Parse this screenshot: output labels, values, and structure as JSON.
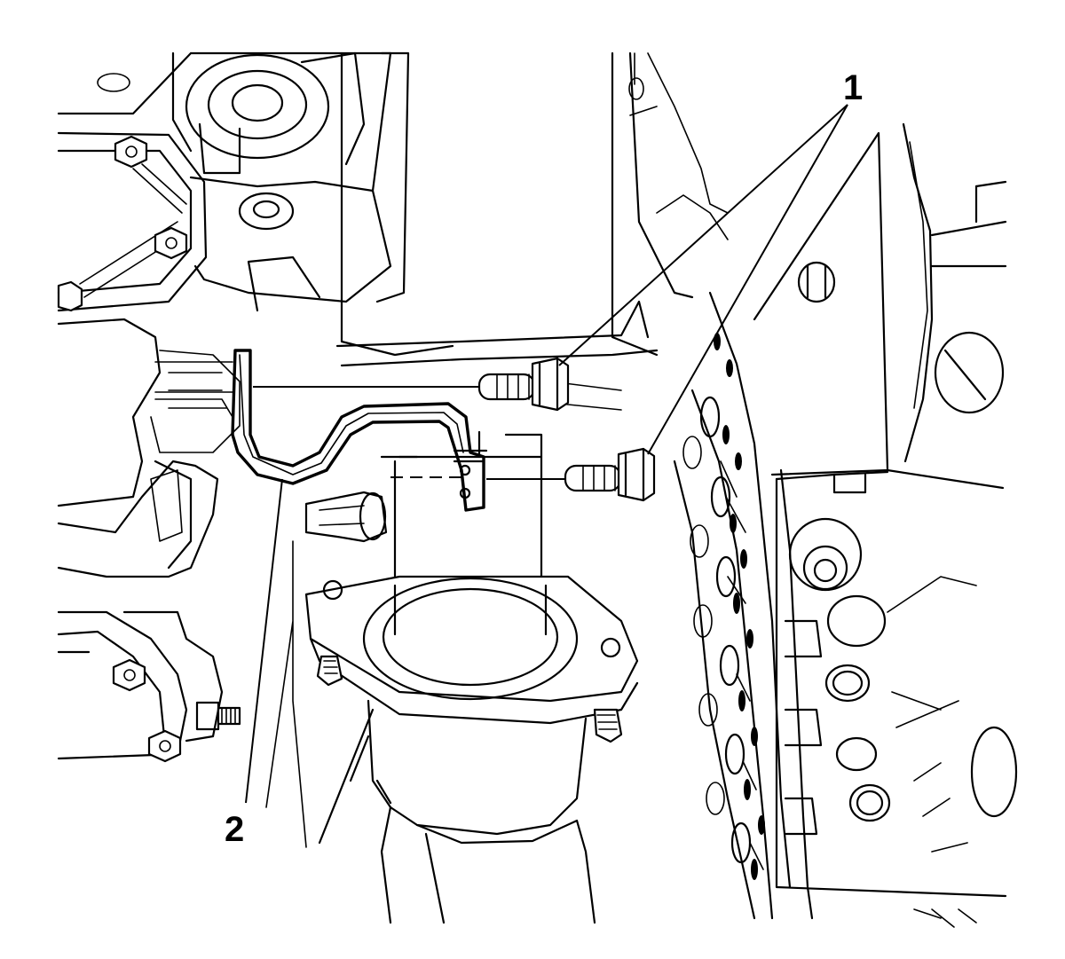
{
  "callouts": [
    {
      "id": "callout-1",
      "label": "1"
    },
    {
      "id": "callout-2",
      "label": "2"
    }
  ]
}
